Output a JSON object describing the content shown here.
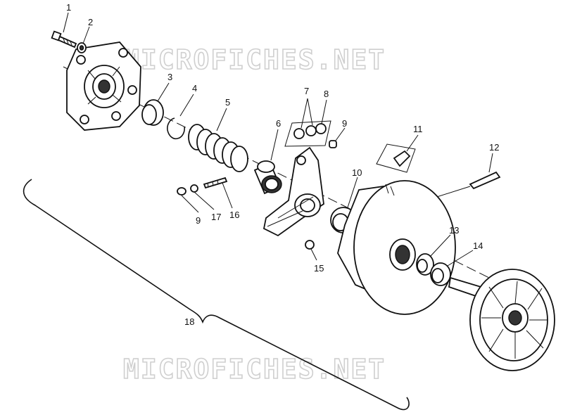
{
  "watermark": {
    "text": "MICROFICHES.NET"
  },
  "callouts": {
    "c1": "1",
    "c2": "2",
    "c3": "3",
    "c4": "4",
    "c5": "5",
    "c6": "6",
    "c7": "7",
    "c8": "8",
    "c9a": "9",
    "c9b": "9",
    "c10": "10",
    "c11": "11",
    "c12": "12",
    "c13": "13",
    "c14": "14",
    "c15": "15",
    "c16": "16",
    "c17": "17",
    "c18": "18"
  }
}
